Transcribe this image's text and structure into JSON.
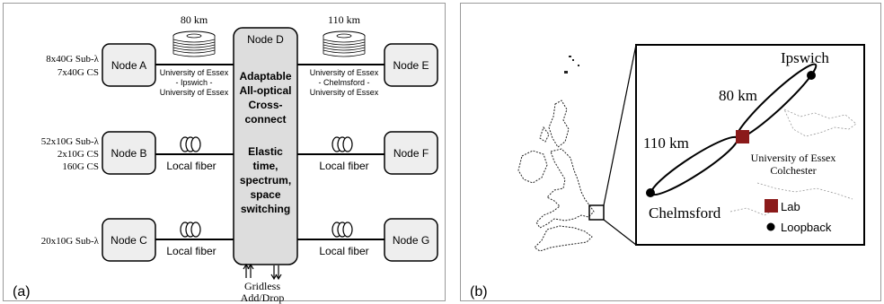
{
  "panel_a": {
    "label": "(a)",
    "nodes": {
      "a": "Node A",
      "b": "Node B",
      "c": "Node C",
      "d": "Node D",
      "e": "Node E",
      "f": "Node F",
      "g": "Node G"
    },
    "node_d_desc": [
      "Adaptable",
      "All-optical",
      "Cross-",
      "connect",
      "",
      "Elastic",
      "time,",
      "spectrum,",
      "space",
      "switching"
    ],
    "node_a_traffic": [
      "8x40G Sub-λ",
      "7x40G CS"
    ],
    "node_b_traffic": [
      "52x10G Sub-λ",
      "2x10G CS",
      "160G CS"
    ],
    "node_c_traffic": [
      "20x10G Sub-λ"
    ],
    "spool_left": {
      "distance": "80 km",
      "route": [
        "University of Essex",
        "- Ipswich -",
        "University of Essex"
      ]
    },
    "spool_right": {
      "distance": "110 km",
      "route": [
        "University of Essex",
        "- Chelmsford -",
        "University of Essex"
      ]
    },
    "local_fiber": "Local fiber",
    "add_drop": [
      "Gridless",
      "Add/Drop"
    ]
  },
  "panel_b": {
    "label": "(b)",
    "ipswich": "Ipswich",
    "chelmsford": "Chelmsford",
    "dist_80": "80 km",
    "dist_110": "110 km",
    "essex": [
      "University of Essex",
      "Colchester"
    ],
    "legend_lab": "Lab",
    "legend_loopback": "Loopback",
    "colors": {
      "lab": "#8b1a1a",
      "node_fill": "#eeeeee",
      "line": "#000000"
    }
  }
}
